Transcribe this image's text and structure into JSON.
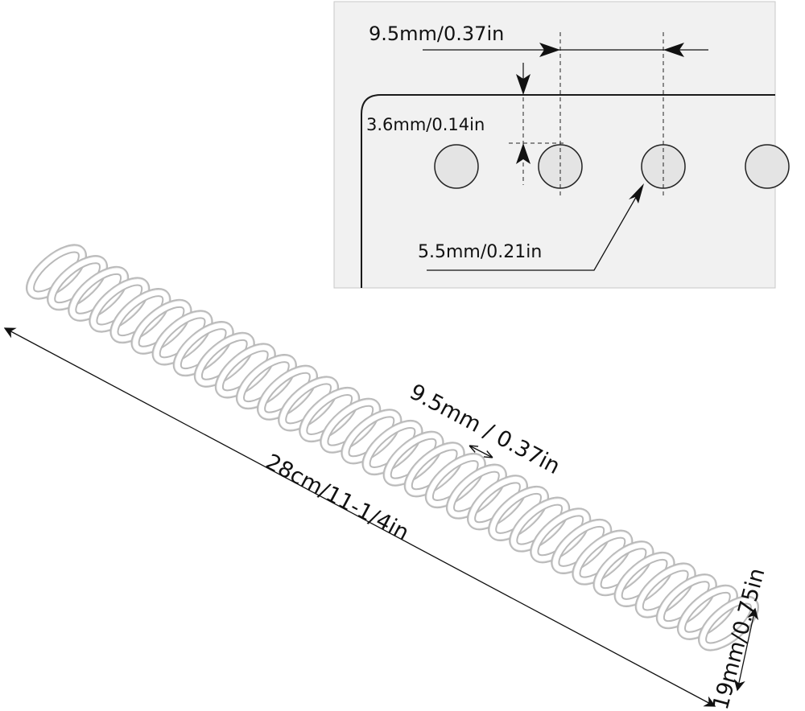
{
  "inset": {
    "pitch_label": "9.5mm/0.37in",
    "margin_label": "3.6mm/0.14in",
    "hole_label": "5.5mm/0.21in",
    "panel_color": "#f1f1f1",
    "hole_color": "#e4e4e4"
  },
  "coil": {
    "length_label": "28cm/11-1/4in",
    "pitch_label": "9.5mm / 0.37in",
    "diameter_label": "19mm/0.75in",
    "loop_count": 33,
    "color": "#ffffff"
  },
  "colors": {
    "ink": "#111111",
    "coil_shadow": "#b9b9b9",
    "coil_edge": "#d6d6d6"
  }
}
